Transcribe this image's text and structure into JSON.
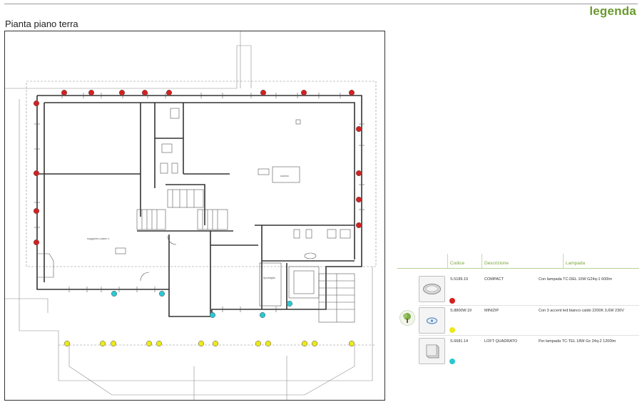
{
  "header": {
    "legend_label": "legenda",
    "page_title": "Pianta piano terra"
  },
  "legend": {
    "columns": {
      "code": "Codice",
      "description": "Descrizione",
      "lamp": "Lampada"
    },
    "rows": [
      {
        "code": "S.5189.19",
        "name": "COMPACT",
        "lamp": "Con lampada TC-DEL 10W G24q-1 600lm",
        "dot_color": "#d42020",
        "image_icon": "round-downlight-icon"
      },
      {
        "code": "S.8800W.19",
        "name": "MINIZIP",
        "lamp": "Con 3 accent led bianco caldo 2200K 3,6W 230V",
        "dot_color": "#ece81c",
        "image_icon": "mini-spot-icon"
      },
      {
        "code": "S.6681.14",
        "name": "LOFT QUADRATO",
        "lamp": "Per lampada TC-TEL 18W Gx 24q-2 1200lm",
        "dot_color": "#2cc7d1",
        "image_icon": "square-wall-light-icon"
      }
    ]
  },
  "plan": {
    "labels": {
      "room_living": "soggiorno piano t.",
      "room_kitchen": "cucina",
      "room_storage": "ripostiglio"
    },
    "marker_colors": {
      "red": "#d42020",
      "yellow": "#ece81c",
      "cyan": "#2cc7d1"
    }
  }
}
